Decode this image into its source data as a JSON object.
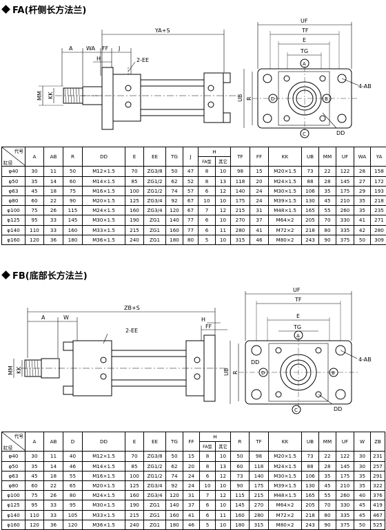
{
  "fa": {
    "title": "FA(杆侧长方法兰)",
    "dims": {
      "YA_S": "YA+S",
      "A": "A",
      "WA": "WA",
      "FF": "FF",
      "J": "J",
      "H": "H",
      "EE": "2-EE",
      "MM": "MM",
      "KK": "KK",
      "UF": "UF",
      "TF": "TF",
      "E": "E",
      "TG": "TG",
      "UB": "UB",
      "R": "R",
      "AB": "4-AB",
      "DD": "DD",
      "A_mark": "A",
      "B_mark": "B",
      "C_mark": "C",
      "D_mark": "D"
    },
    "table": {
      "corner_top": "代号",
      "corner_bottom": "缸径",
      "headers": [
        "A",
        "AB",
        "R",
        "DD",
        "E",
        "EE",
        "TG",
        "J",
        "H",
        "TF",
        "FF",
        "KK",
        "UB",
        "MM",
        "UF",
        "WA",
        "YA"
      ],
      "h_sub": [
        "FA型",
        "其它"
      ],
      "rows": [
        [
          "φ40",
          "30",
          "11",
          "50",
          "M12×1.5",
          "70",
          "ZG3/8",
          "50",
          "47",
          "8",
          "10",
          "98",
          "15",
          "M20×1.5",
          "73",
          "22",
          "122",
          "28",
          "158"
        ],
        [
          "φ50",
          "35",
          "14",
          "60",
          "M14×1.5",
          "85",
          "ZG1/2",
          "62",
          "52",
          "8",
          "13",
          "118",
          "20",
          "M24×1.5",
          "88",
          "28",
          "145",
          "27",
          "172"
        ],
        [
          "φ63",
          "45",
          "18",
          "75",
          "M16×1.5",
          "100",
          "ZG1/2",
          "74",
          "57",
          "6",
          "12",
          "140",
          "24",
          "M30×1.5",
          "106",
          "35",
          "175",
          "29",
          "193"
        ],
        [
          "φ80",
          "60",
          "22",
          "90",
          "M20×1.5",
          "125",
          "ZG3/4",
          "92",
          "67",
          "10",
          "10",
          "175",
          "24",
          "M39×1.5",
          "130",
          "45",
          "210",
          "35",
          "218"
        ],
        [
          "φ100",
          "75",
          "26",
          "115",
          "M24×1.5",
          "160",
          "ZG3/4",
          "120",
          "67",
          "7",
          "12",
          "215",
          "31",
          "M48×1.5",
          "165",
          "55",
          "260",
          "35",
          "235"
        ],
        [
          "φ125",
          "95",
          "33",
          "145",
          "M30×1.5",
          "190",
          "ZG1",
          "140",
          "77",
          "6",
          "10",
          "270",
          "37",
          "M64×2",
          "205",
          "70",
          "330",
          "41",
          "271"
        ],
        [
          "φ140",
          "110",
          "33",
          "160",
          "M33×1.5",
          "215",
          "ZG1",
          "160",
          "77",
          "6",
          "11",
          "280",
          "41",
          "M72×2",
          "218",
          "80",
          "335",
          "42",
          "280"
        ],
        [
          "φ160",
          "120",
          "36",
          "180",
          "M36×1.5",
          "240",
          "ZG1",
          "180",
          "80",
          "5",
          "10",
          "315",
          "46",
          "M80×2",
          "243",
          "90",
          "375",
          "50",
          "309"
        ]
      ]
    }
  },
  "fb": {
    "title": "FB(底部长方法兰)",
    "dims": {
      "ZB_S": "ZB+S",
      "A": "A",
      "W": "W",
      "H": "H",
      "FF": "FF",
      "EE": "2-EE",
      "MM": "MM",
      "KK": "KK",
      "UF": "UF",
      "TF": "TF",
      "E": "E",
      "TG": "TG",
      "UB": "UB",
      "R": "R",
      "AB": "4-AB",
      "DD": "DD",
      "DD2": "DD",
      "A_mark": "A",
      "B_mark": "B",
      "C_mark": "C",
      "D_mark": "D"
    },
    "table": {
      "corner_top": "代号",
      "corner_bottom": "缸径",
      "headers": [
        "A",
        "AB",
        "D",
        "DD",
        "E",
        "EE",
        "TG",
        "FF",
        "H",
        "R",
        "TF",
        "KK",
        "UB",
        "MM",
        "UF",
        "W",
        "ZB"
      ],
      "h_sub": [
        "FA型",
        "其它"
      ],
      "rows": [
        [
          "φ40",
          "30",
          "11",
          "40",
          "M12×1.5",
          "70",
          "ZG3/8",
          "50",
          "15",
          "8",
          "10",
          "50",
          "98",
          "M20×1.5",
          "73",
          "22",
          "122",
          "30",
          "231"
        ],
        [
          "φ50",
          "35",
          "14",
          "46",
          "M14×1.5",
          "85",
          "ZG1/2",
          "62",
          "20",
          "8",
          "13",
          "60",
          "118",
          "M24×1.5",
          "88",
          "28",
          "145",
          "30",
          "257"
        ],
        [
          "φ63",
          "45",
          "18",
          "55",
          "M16×1.5",
          "100",
          "ZG1/2",
          "74",
          "24",
          "6",
          "12",
          "73",
          "140",
          "M30×1.5",
          "106",
          "35",
          "175",
          "35",
          "291"
        ],
        [
          "φ80",
          "60",
          "22",
          "65",
          "M20×1.5",
          "125",
          "ZG3/4",
          "92",
          "24",
          "10",
          "10",
          "90",
          "175",
          "M39×1.5",
          "130",
          "45",
          "210",
          "35",
          "322"
        ],
        [
          "φ100",
          "75",
          "26",
          "80",
          "M24×1.5",
          "160",
          "ZG3/4",
          "120",
          "31",
          "7",
          "12",
          "115",
          "215",
          "M48×1.5",
          "165",
          "55",
          "260",
          "40",
          "376"
        ],
        [
          "φ125",
          "95",
          "33",
          "95",
          "M30×1.5",
          "190",
          "ZG1",
          "140",
          "37",
          "6",
          "10",
          "145",
          "270",
          "M64×2",
          "205",
          "70",
          "330",
          "45",
          "419"
        ],
        [
          "φ140",
          "110",
          "33",
          "105",
          "M33×1.5",
          "215",
          "ZG1",
          "160",
          "41",
          "6",
          "11",
          "160",
          "280",
          "M72×2",
          "218",
          "80",
          "335",
          "45",
          "467"
        ],
        [
          "φ160",
          "120",
          "36",
          "120",
          "M36×1.5",
          "240",
          "ZG1",
          "180",
          "46",
          "5",
          "10",
          "180",
          "315",
          "M80×2",
          "243",
          "90",
          "375",
          "50",
          "525"
        ]
      ]
    }
  }
}
